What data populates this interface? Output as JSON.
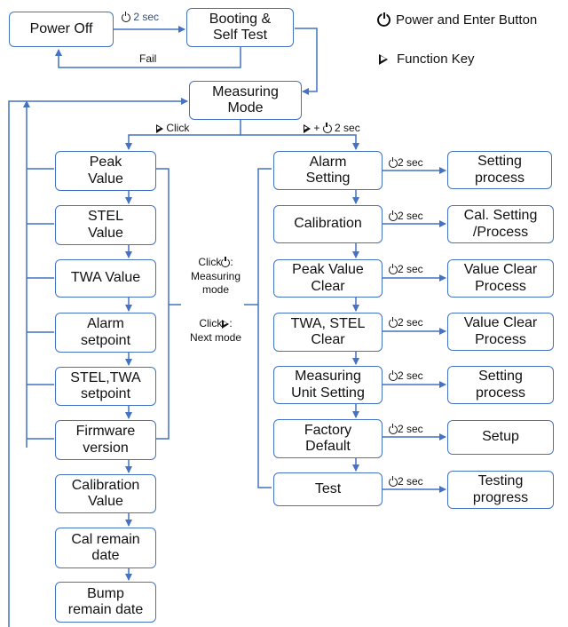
{
  "legend": {
    "power_label": "Power and Enter Button",
    "function_label": "Function Key",
    "power_icon": "power-icon",
    "function_icon": "play-triangle-icon"
  },
  "colors": {
    "line": "#4472c4",
    "text": "#111111",
    "label_blue": "#2f4a8a"
  },
  "edge_labels": {
    "power_on": "2 sec",
    "fail": "Fail",
    "click": "Click",
    "long_press": "+ ",
    "long_press_time": "2 sec",
    "hold": "2 sec"
  },
  "center_note": {
    "click_prefix": "Click",
    "power_action": ":\nMeasuring\nmode",
    "next_prefix": "Click",
    "next_action": ":\nNext mode"
  },
  "nodes": {
    "power_off": "Power Off",
    "booting": "Booting &\nSelf Test",
    "measuring": "Measuring\nMode",
    "peak_value": "Peak\nValue",
    "stel_value": "STEL\nValue",
    "twa_value": "TWA Value",
    "alarm_setpoint": "Alarm\nsetpoint",
    "stel_twa_setpoint": "STEL,TWA\nsetpoint",
    "firmware": "Firmware\nversion",
    "calibration_value": "Calibration\nValue",
    "cal_remain": "Cal remain\ndate",
    "bump_remain": "Bump\nremain date",
    "alarm_setting": "Alarm\nSetting",
    "calibration": "Calibration",
    "peak_clear": "Peak Value\nClear",
    "twa_stel_clear": "TWA, STEL\nClear",
    "unit_setting": "Measuring\nUnit Setting",
    "factory_default": "Factory\nDefault",
    "test": "Test",
    "setting_process_1": "Setting\nprocess",
    "cal_setting": "Cal. Setting\n/Process",
    "value_clear_1": "Value Clear\nProcess",
    "value_clear_2": "Value Clear\nProcess",
    "setting_process_2": "Setting\nprocess",
    "setup": "Setup",
    "testing_progress": "Testing\nprogress"
  }
}
